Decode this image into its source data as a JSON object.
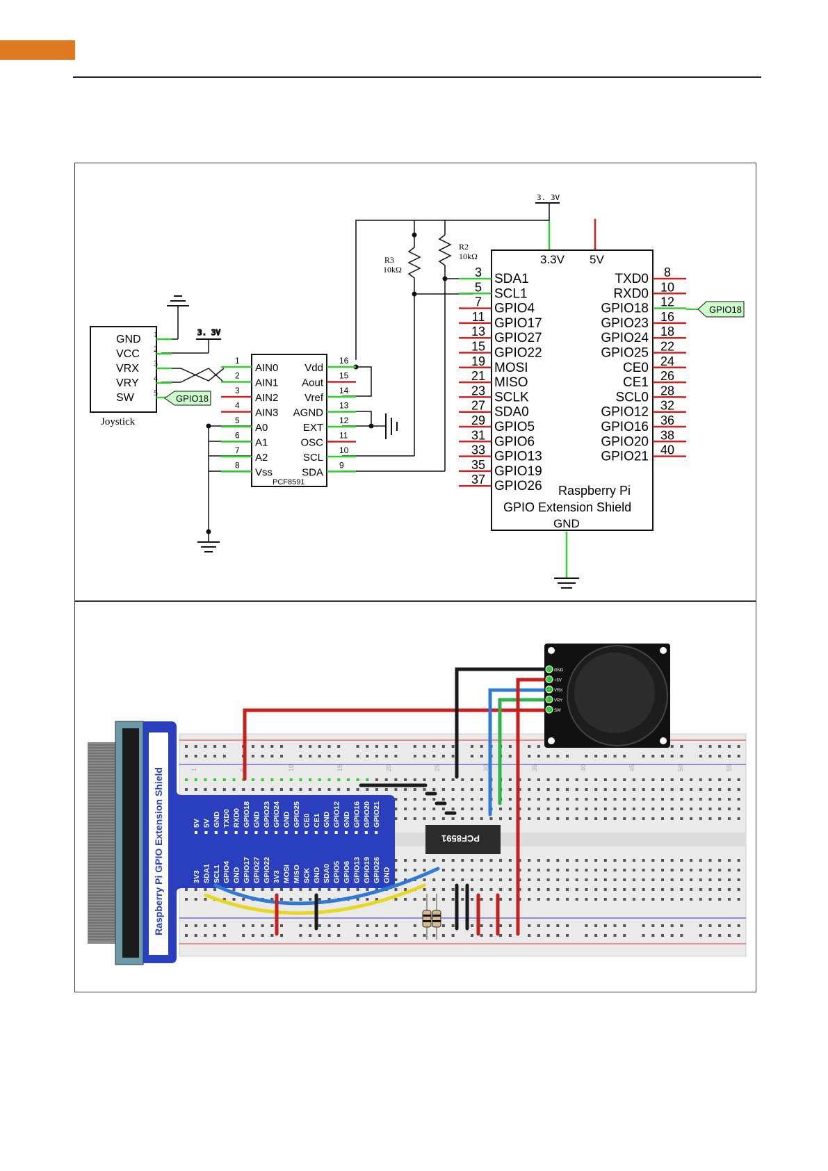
{
  "schematic": {
    "supply_label": "3. 3V",
    "joystick": {
      "name": "Joystick",
      "pins": [
        {
          "label": "GND",
          "num": "1"
        },
        {
          "label": "VCC",
          "num": "2"
        },
        {
          "label": "VRX",
          "num": "3"
        },
        {
          "label": "VRY",
          "num": "4"
        },
        {
          "label": "SW",
          "num": "5"
        }
      ],
      "sw_tag": "GPIO18"
    },
    "pcf": {
      "name": "PCF8591",
      "left_pins": [
        {
          "label": "AIN0",
          "num": "1"
        },
        {
          "label": "AIN1",
          "num": "2"
        },
        {
          "label": "AIN2",
          "num": "3"
        },
        {
          "label": "AIN3",
          "num": "4"
        },
        {
          "label": "A0",
          "num": "5"
        },
        {
          "label": "A1",
          "num": "6"
        },
        {
          "label": "A2",
          "num": "7"
        },
        {
          "label": "Vss",
          "num": "8"
        }
      ],
      "right_pins": [
        {
          "label": "Vdd",
          "num": "16"
        },
        {
          "label": "Aout",
          "num": "15"
        },
        {
          "label": "Vref",
          "num": "14"
        },
        {
          "label": "AGND",
          "num": "13"
        },
        {
          "label": "EXT",
          "num": "12"
        },
        {
          "label": "OSC",
          "num": "11"
        },
        {
          "label": "SCL",
          "num": "10"
        },
        {
          "label": "SDA",
          "num": "9"
        }
      ]
    },
    "r3": {
      "name": "R3",
      "value": "10kΩ"
    },
    "r2": {
      "name": "R2",
      "value": "10kΩ"
    },
    "pi": {
      "top_left": "3.3V",
      "top_right": "5V",
      "left_pins": [
        {
          "num": "3",
          "label": "SDA1"
        },
        {
          "num": "5",
          "label": "SCL1"
        },
        {
          "num": "7",
          "label": "GPIO4"
        },
        {
          "num": "11",
          "label": "GPIO17"
        },
        {
          "num": "13",
          "label": "GPIO27"
        },
        {
          "num": "15",
          "label": "GPIO22"
        },
        {
          "num": "19",
          "label": "MOSI"
        },
        {
          "num": "21",
          "label": "MISO"
        },
        {
          "num": "23",
          "label": "SCLK"
        },
        {
          "num": "27",
          "label": "SDA0"
        },
        {
          "num": "29",
          "label": "GPIO5"
        },
        {
          "num": "31",
          "label": "GPIO6"
        },
        {
          "num": "33",
          "label": "GPIO13"
        },
        {
          "num": "35",
          "label": "GPIO19"
        },
        {
          "num": "37",
          "label": "GPIO26"
        }
      ],
      "right_pins": [
        {
          "num": "8",
          "label": "TXD0"
        },
        {
          "num": "10",
          "label": "RXD0"
        },
        {
          "num": "12",
          "label": "GPIO18"
        },
        {
          "num": "16",
          "label": "GPIO23"
        },
        {
          "num": "18",
          "label": "GPIO24"
        },
        {
          "num": "22",
          "label": "GPIO25"
        },
        {
          "num": "24",
          "label": "CE0"
        },
        {
          "num": "26",
          "label": "CE1"
        },
        {
          "num": "28",
          "label": "SCL0"
        },
        {
          "num": "32",
          "label": "GPIO12"
        },
        {
          "num": "36",
          "label": "GPIO16"
        },
        {
          "num": "38",
          "label": "GPIO20"
        },
        {
          "num": "40",
          "label": "GPIO21"
        }
      ],
      "gpio18_tag": "GPIO18",
      "title1": "Raspberry Pi",
      "title2": "GPIO Extension Shield",
      "gnd": "GND"
    }
  },
  "breadboard": {
    "shield_title": "Raspberry Pi GPIO Extension Shield",
    "shield_top_pins": [
      "5V",
      "5V",
      "GND",
      "TXD0",
      "RXD0",
      "GPIO18",
      "GND",
      "GPIO23",
      "GPIO24",
      "GND",
      "GPIO25",
      "CE0",
      "CE1",
      "GND",
      "GPIO12",
      "GND",
      "GPIO16",
      "GPIO20",
      "GPIO21"
    ],
    "shield_bottom_pins": [
      "3V3",
      "SDA1",
      "SCL1",
      "GPIO4",
      "GND",
      "GPIO17",
      "GPIO27",
      "GPIO22",
      "3V3",
      "MOSI",
      "MISO",
      "SCK",
      "GND",
      "SDA0",
      "GPIO5",
      "GPIO6",
      "GPIO13",
      "GPIO19",
      "GPIO26",
      "GND"
    ],
    "chip_label": "PCF8591",
    "joystick_pins": [
      "GND",
      "+5V",
      "VRX",
      "VRY",
      "SW"
    ],
    "col_numbers": [
      "1",
      "5",
      "10",
      "15",
      "20",
      "25",
      "30",
      "35",
      "40",
      "45",
      "50",
      "55"
    ]
  }
}
